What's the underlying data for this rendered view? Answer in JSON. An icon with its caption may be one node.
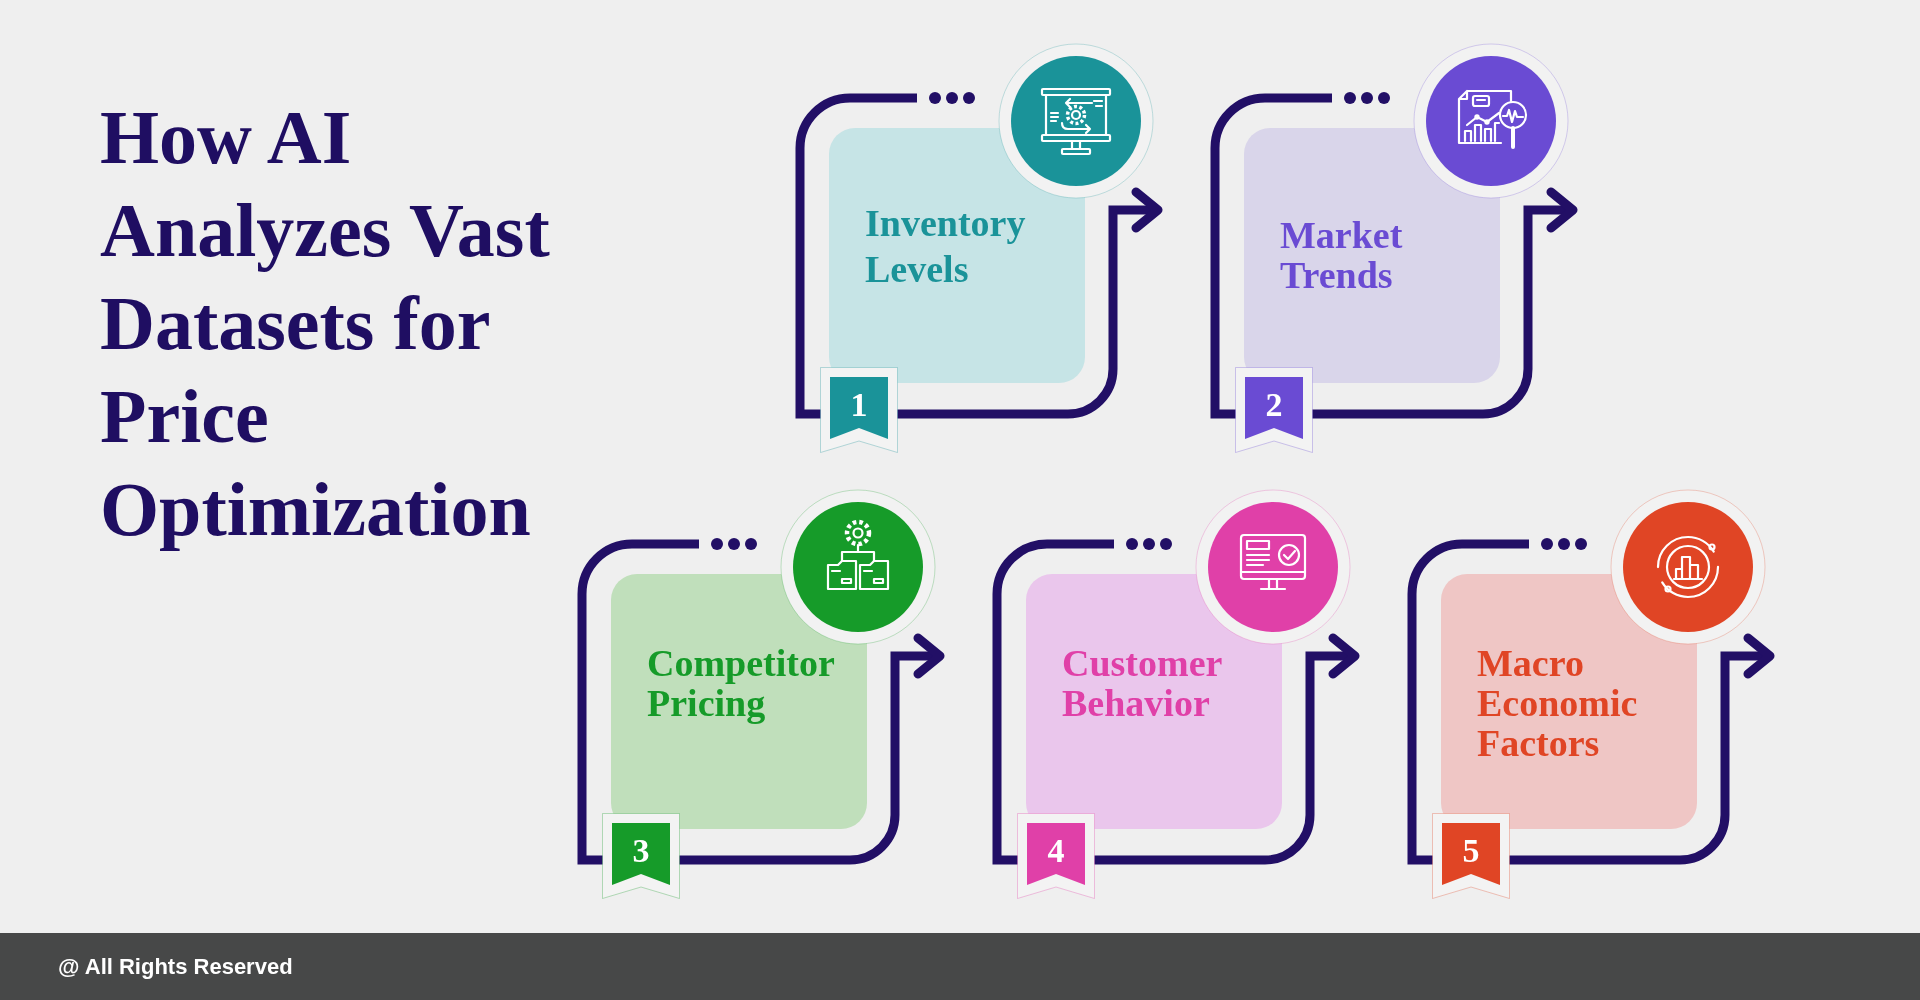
{
  "diagram": {
    "title": "How AI Analyzes Vast Datasets for Price Optimization",
    "nodes": [
      {
        "text": [
          "Inventory Levels"
        ]
      },
      {
        "text": [
          "1"
        ]
      },
      {
        "text": [
          "Market Trends"
        ]
      },
      {
        "text": [
          "2"
        ]
      },
      {
        "text": [
          "Competitor Pricing"
        ]
      },
      {
        "text": [
          "3"
        ]
      },
      {
        "text": [
          "Customer Behavior"
        ]
      },
      {
        "text": [
          "4"
        ]
      },
      {
        "text": [
          "Macro Economic Factors"
        ]
      },
      {
        "text": [
          "5"
        ]
      }
    ],
    "edges": [
      {
        "from": null,
        "to": 0,
        "arrow": "to"
      },
      {
        "from": null,
        "to": 2,
        "arrow": "to"
      },
      {
        "from": null,
        "to": 4,
        "arrow": "to"
      },
      {
        "from": null,
        "to": 6,
        "arrow": "to"
      },
      {
        "from": null,
        "to": 8,
        "arrow": "to"
      }
    ],
    "labels": [
      "@ All Rights Reserved"
    ]
  }
}
